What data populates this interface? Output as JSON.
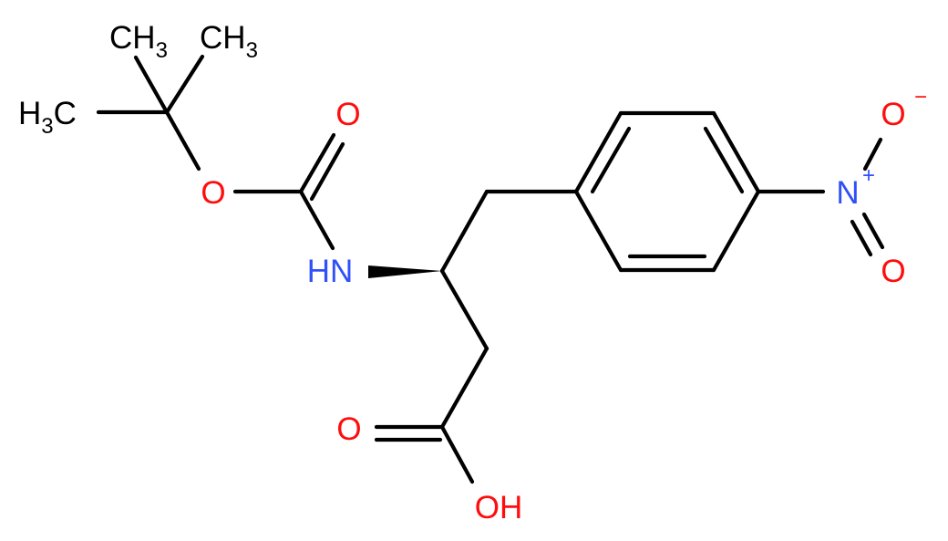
{
  "molecule": {
    "colors": {
      "carbon": "#000000",
      "oxygen": "#ff0d0d",
      "nitrogen": "#3050f8",
      "background": "#ffffff"
    },
    "atoms": {
      "ch3_top_left": {
        "main": "CH",
        "sub": "3"
      },
      "ch3_top_right": {
        "main": "CH",
        "sub": "3"
      },
      "h3c_left": {
        "pre": "H",
        "sub": "3",
        "main": "C"
      },
      "carbonyl_o_boc": "O",
      "ester_o": "O",
      "amide_n": "HN",
      "nitro_n": "N",
      "nitro_n_charge": "+",
      "nitro_o_minus": "O",
      "nitro_o_minus_charge": "−",
      "nitro_o_double": "O",
      "acid_carbonyl_o": "O",
      "acid_oh": "OH"
    }
  }
}
